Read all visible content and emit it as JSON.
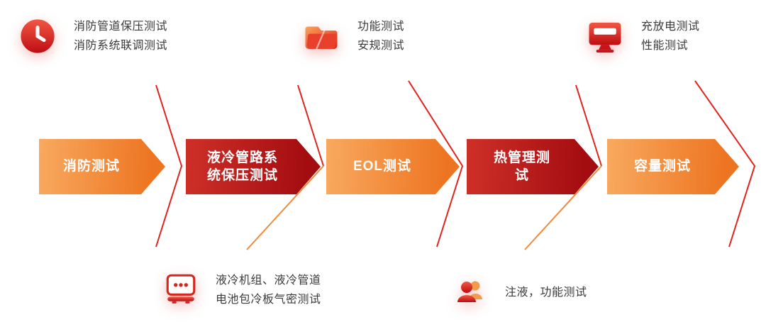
{
  "diagram_title": "storage-system-test-process-flow",
  "colors": {
    "background": "#FFFFFF",
    "arrow_orange_start": "#F8A95F",
    "arrow_orange_end": "#ED7420",
    "arrow_red_start": "#CE3028",
    "arrow_red_end": "#A30C10",
    "line_red": "#E0241B",
    "line_orange": "#F08A3C",
    "icon_red": "#D8261D",
    "icon_orange": "#F29B4A",
    "text": "#3A3A3A"
  },
  "flow_steps": [
    {
      "label": "消防测试",
      "style": "orange"
    },
    {
      "label": "液冷管路系统保压测试",
      "style": "red"
    },
    {
      "label": "EOL测试",
      "style": "orange"
    },
    {
      "label": "热管理测试",
      "style": "red"
    },
    {
      "label": "容量测试",
      "style": "orange"
    }
  ],
  "top_annotations": [
    {
      "icon": "clock-icon",
      "lines": [
        "消防管道保压测试",
        "消防系统联调测试"
      ]
    },
    {
      "icon": "folder-icon",
      "lines": [
        "功能测试",
        "安规测试"
      ]
    },
    {
      "icon": "monitor-icon",
      "lines": [
        "充放电测试",
        "性能测试"
      ]
    }
  ],
  "bottom_annotations": [
    {
      "icon": "tester-icon",
      "lines": [
        "液冷机组、液冷管道",
        "电池包冷板气密测试"
      ]
    },
    {
      "icon": "people-icon",
      "lines": [
        "注液，功能测试"
      ]
    }
  ]
}
